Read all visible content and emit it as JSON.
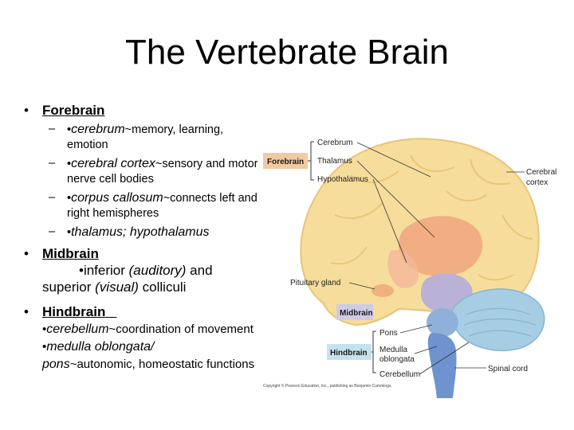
{
  "slide": {
    "title": "The Vertebrate Brain",
    "bullet_glyph": "•",
    "dash_glyph": "–",
    "forebrain": {
      "heading": "Forebrain",
      "items": [
        {
          "marker": "•",
          "term": "cerebrum",
          "desc": "~memory, learning, emotion"
        },
        {
          "marker": "•",
          "term": "cerebral cortex",
          "desc": "~sensory and motor nerve cell bodies"
        },
        {
          "marker": "•",
          "term": "corpus callosum",
          "desc": "~connects left and right hemispheres"
        },
        {
          "marker": "•",
          "term": "thalamus; hypothalamus",
          "desc": ""
        }
      ]
    },
    "midbrain": {
      "heading": "Midbrain",
      "l1_pre": "•inferior ",
      "l1_term": "(auditory)",
      "l1_post": " and",
      "l2_pre": "superior ",
      "l2_term": "(visual)",
      "l2_post": " colliculi"
    },
    "hindbrain": {
      "heading": "Hindbrain",
      "heading_pad": "   ",
      "cb_marker": "•",
      "cb_term": "cerebellum",
      "cb_desc": "~coordination of movement",
      "mo_marker": "•",
      "mo_term1": "medulla oblongata/",
      "mo_term2": "pons",
      "mo_desc": "~autonomic, homeostatic functions"
    }
  },
  "figure": {
    "labels": {
      "forebrain": "Forebrain",
      "cerebrum": "Cerebrum",
      "thalamus": "Thalamus",
      "hypothalamus": "Hypothalamus",
      "cerebral_cortex_1": "Cerebral",
      "cerebral_cortex_2": "cortex",
      "pituitary": "Pituitary gland",
      "midbrain": "Midbrain",
      "pons": "Pons",
      "medulla_1": "Medulla",
      "medulla_2": "oblongata",
      "hindbrain": "Hindbrain",
      "cerebellum": "Cerebellum",
      "spinal_cord": "Spinal cord"
    },
    "copyright": "Copyright © Pearson Education, Inc., publishing as Benjamin Cummings.",
    "colors": {
      "cerebrum": "#f7dd9c",
      "cerebrum_edge": "#e8c476",
      "thalamus": "#ee9e7a",
      "midbrain": "#b9b2d6",
      "cerebellum": "#a6cde3",
      "pons": "#8fb0d9",
      "spinal": "#6f93cf",
      "forebrain_box": "#f3caa0",
      "midbrain_box": "#cfcbe4",
      "hindbrain_box": "#c4e2ee"
    }
  }
}
